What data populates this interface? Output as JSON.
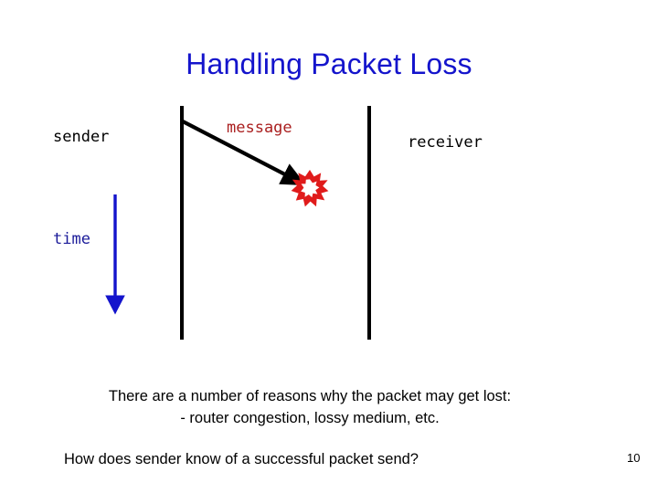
{
  "slide": {
    "title": "Handling Packet Loss",
    "page_number": "10",
    "title_color": "#1414cc",
    "background_color": "#ffffff"
  },
  "diagram": {
    "type": "sequence-diagram",
    "sender_label": "sender",
    "receiver_label": "receiver",
    "message_label": "message",
    "message_label_color": "#aa1f1f",
    "time_label": "time",
    "time_label_color": "#1a1a99",
    "time_arrow_color": "#1414cc",
    "lifeline_color": "#000000",
    "message_arrow_color": "#000000",
    "loss_burst_color": "#e01b1b",
    "loss_burst_center_color": "#ffffff"
  },
  "body": {
    "line_1": "There are a number of reasons why the packet may get lost:",
    "line_2": "- router congestion, lossy medium, etc.",
    "line_3": "How does sender know of a successful packet send?"
  }
}
